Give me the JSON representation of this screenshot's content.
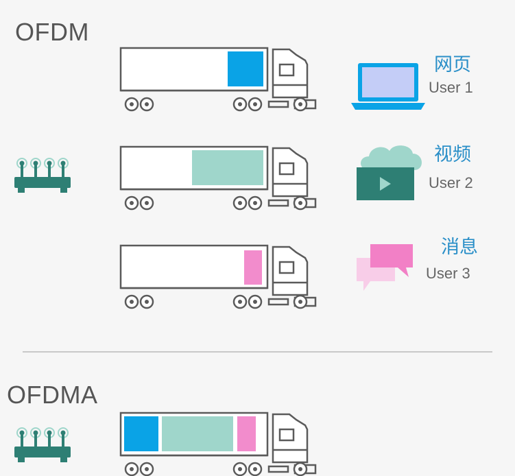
{
  "sections": {
    "ofdm_title": "OFDM",
    "ofdma_title": "OFDMA"
  },
  "users": [
    {
      "app": "网页",
      "user": "User 1",
      "icon": "laptop-icon",
      "color": "#0aa3e6"
    },
    {
      "app": "视频",
      "user": "User 2",
      "icon": "video-cloud-icon",
      "color": "#9fd6cb"
    },
    {
      "app": "消息",
      "user": "User 3",
      "icon": "chat-bubbles-icon",
      "color": "#f28ccc"
    }
  ],
  "colors": {
    "truck_outline": "#5a5a5a",
    "router": "#2e7f74",
    "label_blue": "#2a8fc8"
  }
}
